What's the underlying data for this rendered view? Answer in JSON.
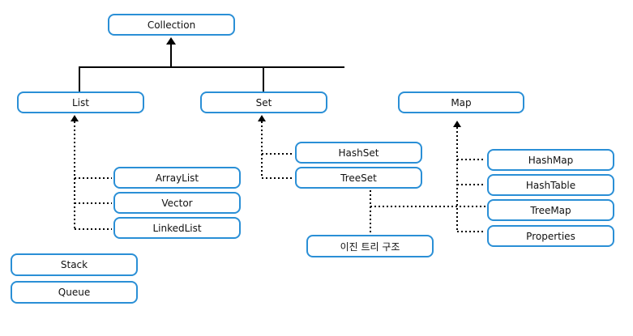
{
  "diagram": {
    "colors": {
      "node_border": "#2a8fd6",
      "line": "#000000"
    },
    "nodes": {
      "collection": "Collection",
      "list": "List",
      "set": "Set",
      "map": "Map",
      "hashset": "HashSet",
      "treeset": "TreeSet",
      "arraylist": "ArrayList",
      "vector": "Vector",
      "linkedlist": "LinkedList",
      "hashmap": "HashMap",
      "hashtable": "HashTable",
      "treemap": "TreeMap",
      "properties": "Properties",
      "bintree": "이진 트리 구조",
      "stack": "Stack",
      "queue": "Queue"
    }
  }
}
